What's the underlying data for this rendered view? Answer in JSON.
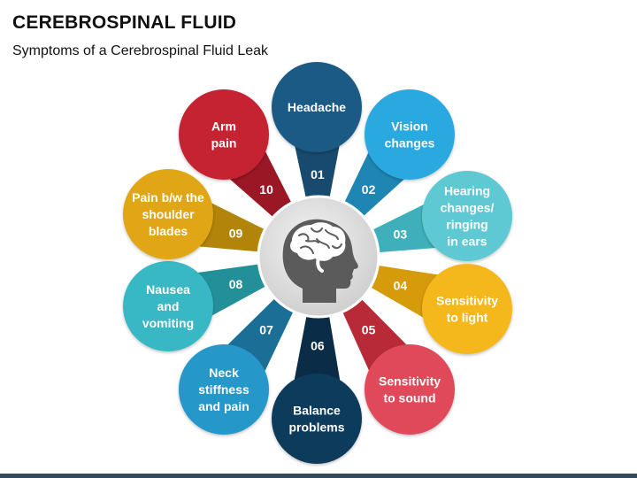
{
  "title": "CEREBROSPINAL FLUID",
  "subtitle": "Symptoms of a Cerebrospinal Fluid Leak",
  "hub_icon": "brain-head-icon",
  "symptoms": [
    {
      "number": "01",
      "lines": [
        "Headache"
      ],
      "color": "#1d5a86",
      "stem": "#174a6e"
    },
    {
      "number": "02",
      "lines": [
        "Vision",
        "changes"
      ],
      "color": "#2aa8e0",
      "stem": "#1f86b4"
    },
    {
      "number": "03",
      "lines": [
        "Hearing",
        "changes/",
        "ringing",
        "in ears"
      ],
      "color": "#5ec9d3",
      "stem": "#3fb0bb"
    },
    {
      "number": "04",
      "lines": [
        "Sensitivity",
        "to light"
      ],
      "color": "#f5b81c",
      "stem": "#d69b0b"
    },
    {
      "number": "05",
      "lines": [
        "Sensitivity",
        "to sound"
      ],
      "color": "#e04a5a",
      "stem": "#b82a38"
    },
    {
      "number": "06",
      "lines": [
        "Balance",
        "problems"
      ],
      "color": "#0f3a5c",
      "stem": "#0b2c47"
    },
    {
      "number": "07",
      "lines": [
        "Neck",
        "stiffness",
        "and pain"
      ],
      "color": "#2697c9",
      "stem": "#1b6f96"
    },
    {
      "number": "08",
      "lines": [
        "Nausea",
        "and",
        "vomiting"
      ],
      "color": "#38b8c4",
      "stem": "#239099"
    },
    {
      "number": "09",
      "lines": [
        "Pain b/w the",
        "shoulder",
        "blades"
      ],
      "color": "#e0a612",
      "stem": "#b3840a"
    },
    {
      "number": "10",
      "lines": [
        "Arm",
        "pain"
      ],
      "color": "#c52032",
      "stem": "#9a1726"
    }
  ]
}
